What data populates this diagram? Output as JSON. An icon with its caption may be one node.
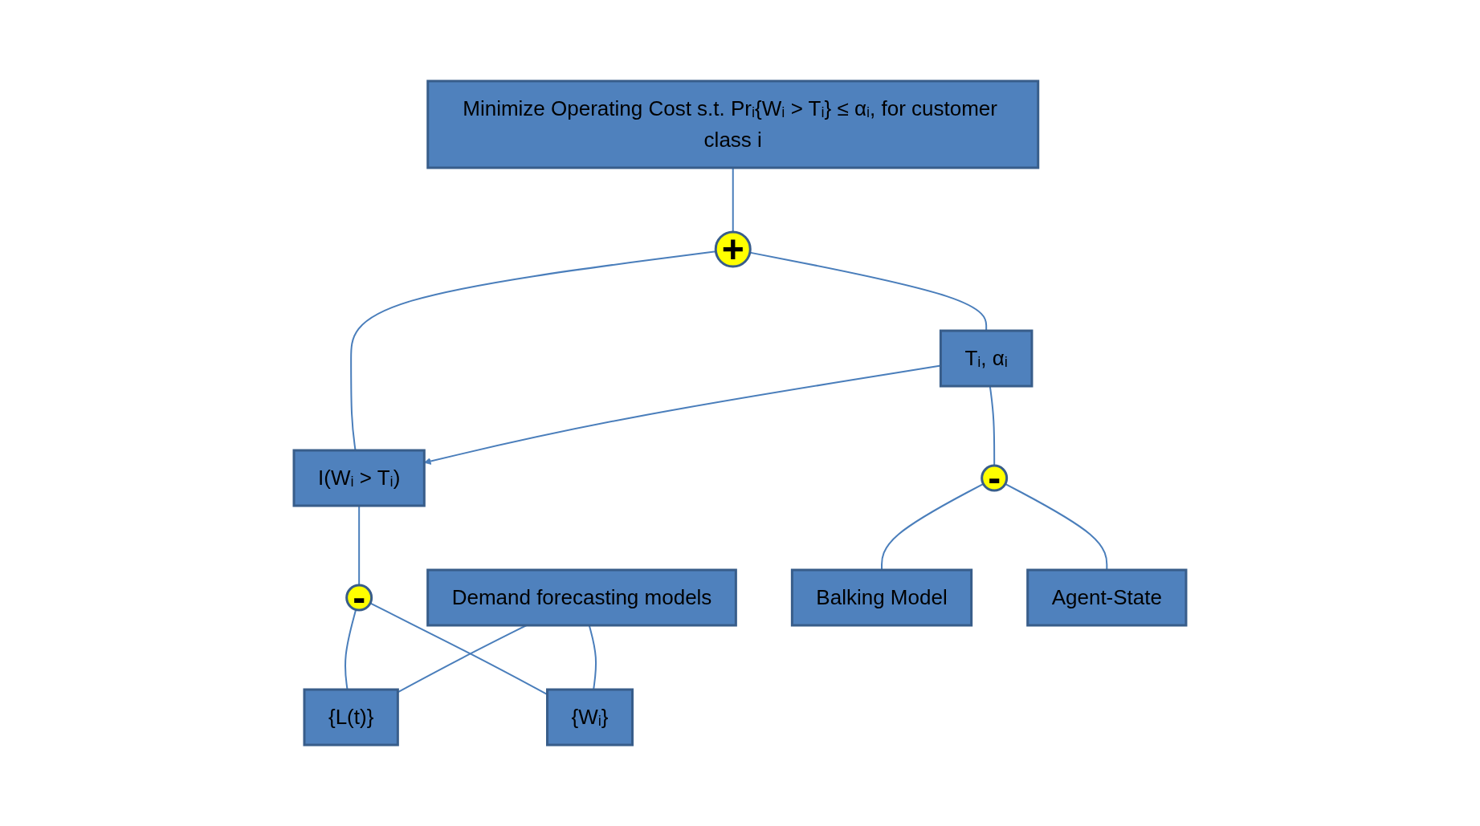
{
  "diagram": {
    "nodes": [
      {
        "text": [
          "Demand forecasting models"
        ]
      },
      {
        "text": [
          "Minimize Operating Cost s.t. Prᵢ{Wᵢ > Tᵢ} ≤ αᵢ, for customer class i"
        ]
      },
      {
        "text": [
          "+"
        ]
      },
      {
        "text": [
          "I(Wᵢ > Tᵢ)"
        ]
      },
      {
        "text": [
          "Tᵢ, αᵢ"
        ]
      },
      {
        "text": [
          "-"
        ]
      },
      {
        "text": [
          "-"
        ]
      },
      {
        "text": [
          "{L(t)}"
        ]
      },
      {
        "text": [
          "{Wᵢ}"
        ]
      },
      {
        "text": [
          "Balking Model"
        ]
      },
      {
        "text": [
          "Agent-State"
        ]
      }
    ],
    "edges": [
      {
        "from": 1,
        "to": 2,
        "arrow": "none"
      },
      {
        "from": 2,
        "to": 3,
        "arrow": "none"
      },
      {
        "from": 2,
        "to": 4,
        "arrow": "none"
      },
      {
        "from": 4,
        "to": 3,
        "arrow": "to"
      },
      {
        "from": 3,
        "to": 5,
        "arrow": "none"
      },
      {
        "from": 5,
        "to": 7,
        "arrow": "none"
      },
      {
        "from": 5,
        "to": 8,
        "arrow": "none"
      },
      {
        "from": 4,
        "to": 6,
        "arrow": "none"
      },
      {
        "from": 6,
        "to": 9,
        "arrow": "none"
      },
      {
        "from": 6,
        "to": 10,
        "arrow": "none"
      },
      {
        "from": 0,
        "to": 7,
        "arrow": "none"
      },
      {
        "from": 0,
        "to": 8,
        "arrow": "none"
      }
    ]
  }
}
